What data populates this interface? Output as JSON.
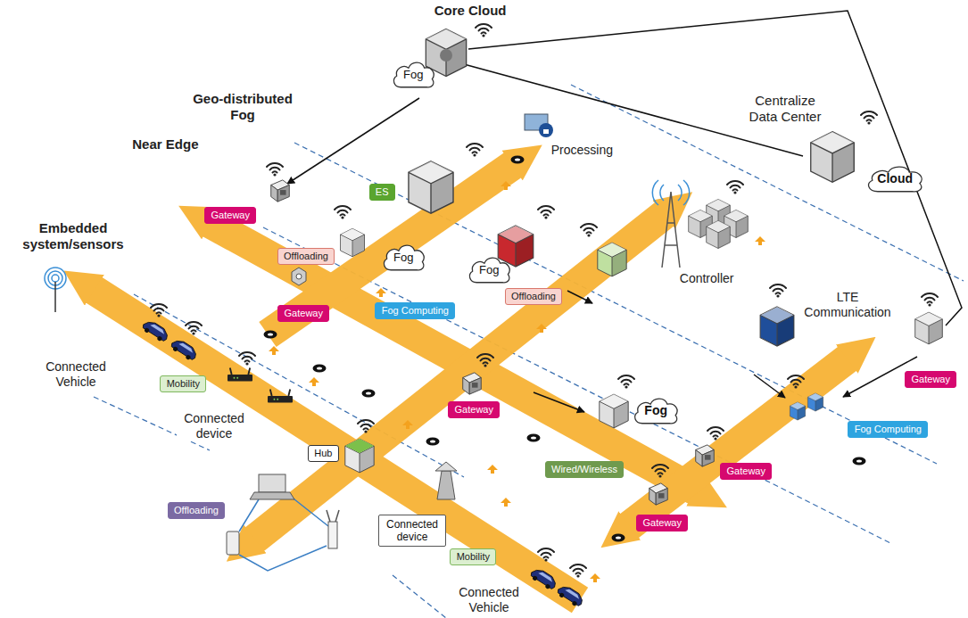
{
  "diagram": {
    "nodes": [
      {
        "text": [
          "Fog"
        ]
      },
      {
        "text": [
          "Cloud"
        ]
      },
      {
        "text": [
          "ES"
        ]
      },
      {
        "text": [
          "Gateway"
        ]
      },
      {
        "text": [
          "Offloading"
        ]
      },
      {
        "text": [
          "Fog"
        ]
      },
      {
        "text": [
          "Fog"
        ]
      },
      {
        "text": [
          "Offloading"
        ]
      },
      {
        "text": [
          "Fog Computing"
        ]
      },
      {
        "text": [
          "Gateway"
        ]
      },
      {
        "text": [
          "Gateway"
        ]
      },
      {
        "text": [
          "Mobility"
        ]
      },
      {
        "text": [
          "Gateway"
        ]
      },
      {
        "text": [
          "Fog"
        ]
      },
      {
        "text": [
          "Fog Computing"
        ]
      },
      {
        "text": [
          "Hub"
        ]
      },
      {
        "text": [
          "Wired/Wireless"
        ]
      },
      {
        "text": [
          "Gateway"
        ]
      },
      {
        "text": [
          "Offloading"
        ]
      },
      {
        "text": [
          "Gateway"
        ]
      },
      {
        "text": [
          "Connected device"
        ]
      },
      {
        "text": [
          "Mobility"
        ]
      }
    ],
    "labels": [
      "Core Cloud",
      "Geo-distributed Fog",
      "Near Edge",
      "Embedded system/sensors",
      "Processing",
      "Centralize Data Center",
      "Controller",
      "LTE Communication",
      "Connected Vehicle",
      "Connected device",
      "Connected Vehicle"
    ]
  }
}
